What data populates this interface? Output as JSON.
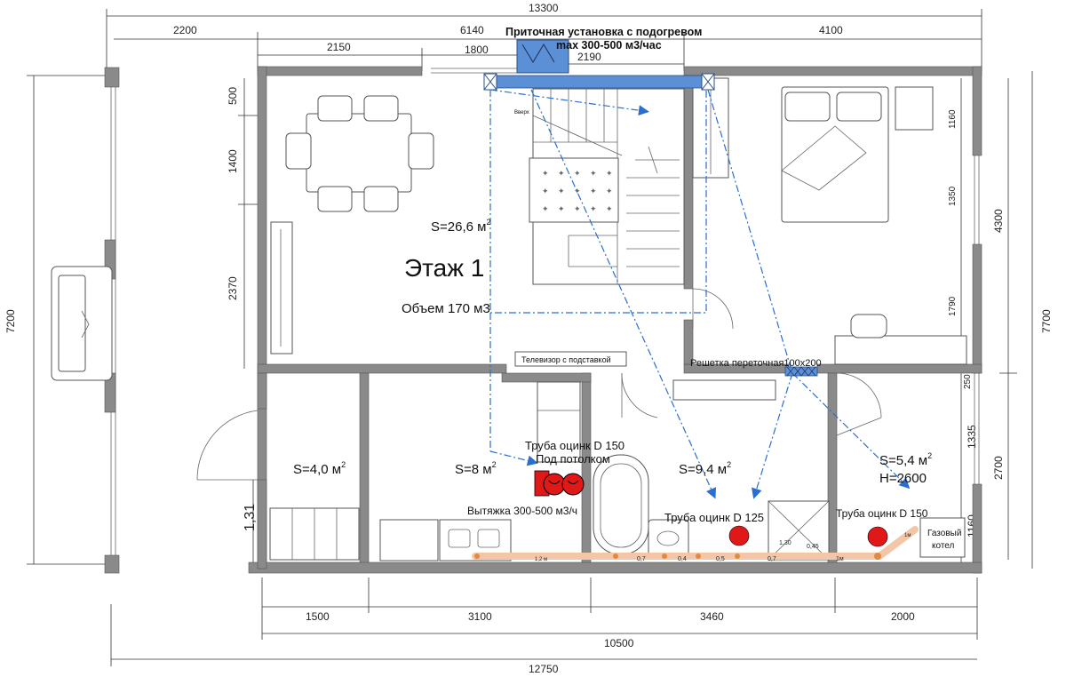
{
  "plan": {
    "floor_title": "Этаж 1",
    "volume_label": "Объем 170 м3",
    "supply_unit_line1": "Приточная установка с подогревом",
    "supply_unit_line2": "max 300-500 м3/час",
    "tv_label": "Телевизор с подставкой",
    "grille_label": "Решетка переточная100х200",
    "pipe_150_label": "Труба оцинк D 150",
    "under_ceiling_label": "Под потолком",
    "exhaust_label": "Вытяжка 300-500 м3/ч",
    "pipe_125_label": "Труба оцинк D 125",
    "pipe_150b_label": "Труба оцинк D 150",
    "boiler_line1": "Газовый",
    "boiler_line2": "котел",
    "stairs_up_label": "Вверх",
    "height_label": "H=2600"
  },
  "areas": {
    "living": "S=26,6 м",
    "hall": "S=4,0 м",
    "kitchen": "S=8 м",
    "bath": "S=9,4 м",
    "boiler": "S=5,4 м",
    "sup": "2"
  },
  "dimensions": {
    "top": [
      "13300",
      "2200",
      "6140",
      "4100",
      "2150",
      "1800",
      "2190"
    ],
    "left": [
      "500",
      "1400",
      "2370",
      "1,31",
      "7200"
    ],
    "right": [
      "1160",
      "1350",
      "1790",
      "250",
      "1335",
      "1160",
      "4300",
      "2700",
      "7700"
    ],
    "bottom": [
      "1500",
      "3100",
      "3460",
      "2000",
      "10500",
      "12750"
    ],
    "pipe_segments": [
      "1,2 м",
      "0,7",
      "0,4",
      "0,5",
      "0,7",
      "1м",
      "1,30",
      "0,45",
      "1м"
    ]
  },
  "colors": {
    "duct": "#5b8fd6",
    "arrow": "#2a6fd0",
    "fan": "#e01818",
    "pipe": "#f3c6a8",
    "wall": "#8a8a8a"
  }
}
